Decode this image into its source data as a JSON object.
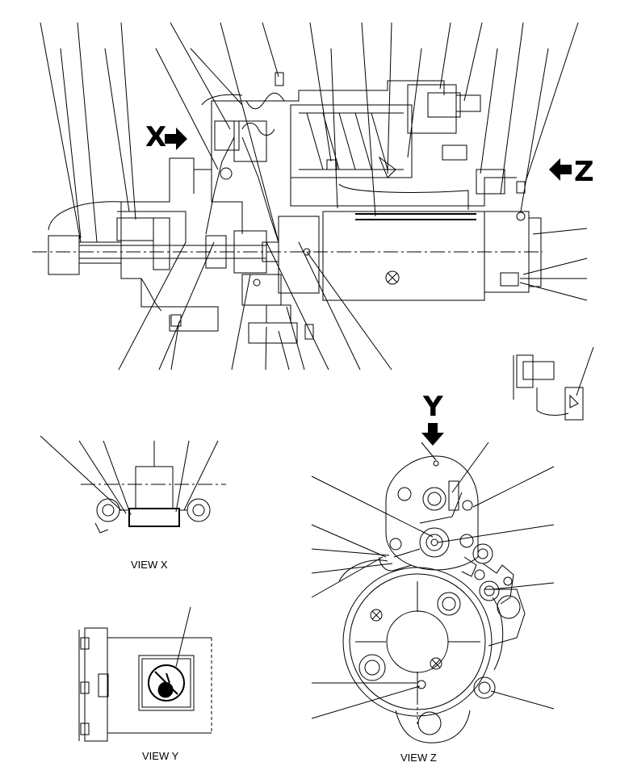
{
  "views": {
    "x_label": "VIEW X",
    "y_label": "VIEW Y",
    "z_label": "VIEW Z"
  },
  "arrows": {
    "x": "X",
    "y": "Y",
    "z": "Z"
  },
  "colors": {
    "line": "#000000",
    "background": "#ffffff"
  },
  "icons": {
    "warning_decal": "no-hand-warning-icon"
  }
}
